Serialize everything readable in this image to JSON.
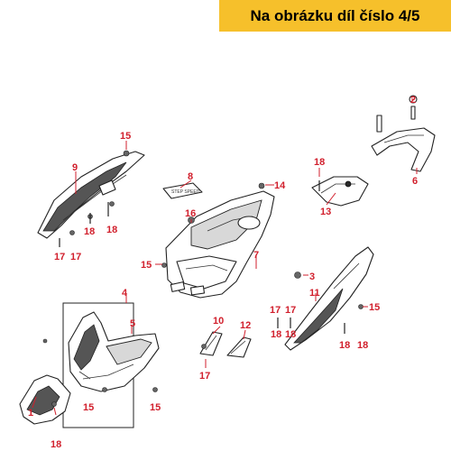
{
  "banner": {
    "text": "Na obrázku díl číslo 4/5"
  },
  "diagram": {
    "labels": [
      "1",
      "2",
      "3",
      "4",
      "5",
      "6",
      "7",
      "8",
      "9",
      "10",
      "11",
      "12",
      "13",
      "14",
      "15",
      "15",
      "15",
      "15",
      "15",
      "16",
      "17",
      "17",
      "17",
      "17",
      "17",
      "18",
      "18",
      "18",
      "18",
      "18",
      "18",
      "18",
      "18"
    ],
    "decal_text": "STEP SPEED"
  }
}
